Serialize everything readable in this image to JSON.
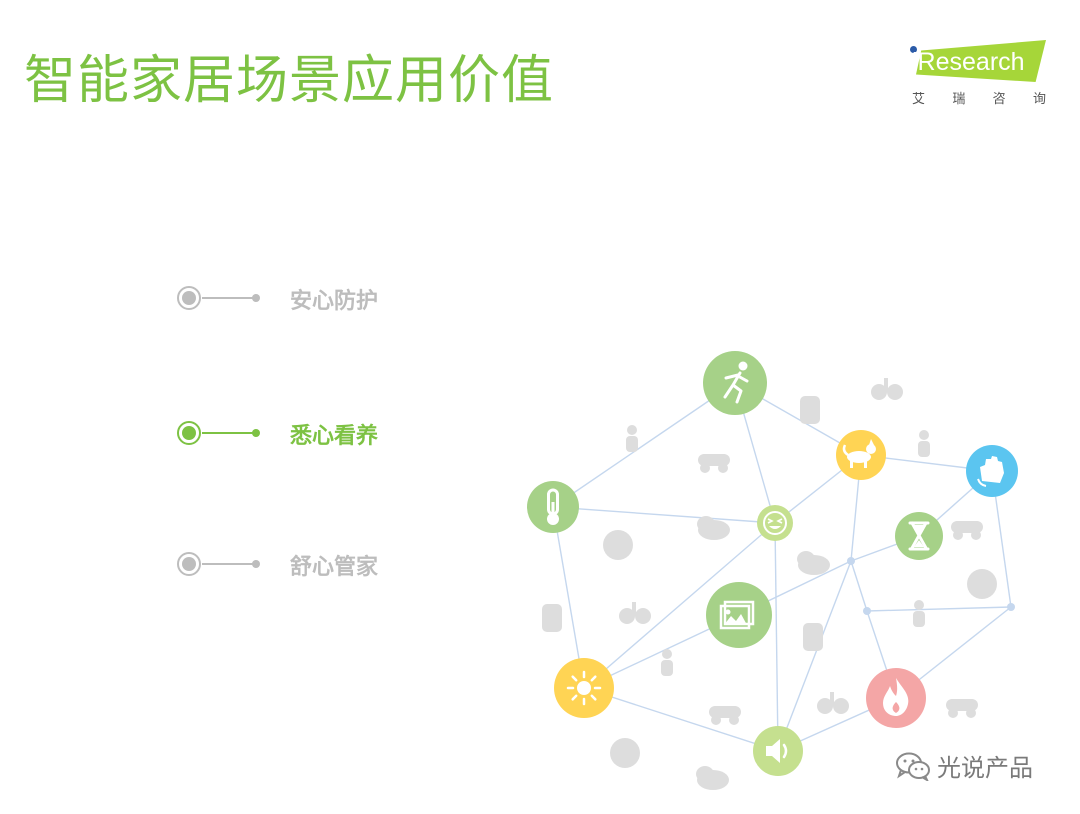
{
  "title": "智能家居场景应用价值",
  "logo": {
    "brand": "iResearch",
    "sub": [
      "艾",
      "瑞",
      "咨",
      "询"
    ],
    "banner_color": "#a6d639",
    "dot_color": "#2b5ba8"
  },
  "menu": [
    {
      "label": "安心防护",
      "active": false
    },
    {
      "label": "悉心看养",
      "active": true
    },
    {
      "label": "舒心管家",
      "active": false
    }
  ],
  "colors": {
    "accent": "#7dc243",
    "inactive": "#bdbdbd",
    "network_line": "#c5d7ee",
    "ghost_icon": "#dddddd"
  },
  "network": {
    "nodes": [
      {
        "id": "running",
        "icon": "running-person-icon",
        "color": "#a6d188"
      },
      {
        "id": "thermometer",
        "icon": "thermometer-icon",
        "color": "#a6d188"
      },
      {
        "id": "emoji",
        "icon": "laughing-face-icon",
        "color": "#c5e08f"
      },
      {
        "id": "pet",
        "icon": "pet-icon",
        "color": "#ffd454"
      },
      {
        "id": "glove",
        "icon": "glove-icon",
        "color": "#5bc5f0"
      },
      {
        "id": "hourglass",
        "icon": "hourglass-icon",
        "color": "#a6d188"
      },
      {
        "id": "picture",
        "icon": "picture-frame-icon",
        "color": "#a6d188"
      },
      {
        "id": "sun",
        "icon": "sun-icon",
        "color": "#ffd454"
      },
      {
        "id": "fire",
        "icon": "fire-icon",
        "color": "#f4a6a6"
      },
      {
        "id": "speaker",
        "icon": "speaker-icon",
        "color": "#c5e08f"
      },
      {
        "id": "hub1",
        "icon": "junction-dot-icon",
        "color": "#c5d7ee"
      },
      {
        "id": "hub2",
        "icon": "junction-dot-icon",
        "color": "#c5d7ee"
      },
      {
        "id": "hub3",
        "icon": "junction-dot-icon",
        "color": "#c5d7ee"
      }
    ],
    "ghost_icons": [
      "jump-rope-icon",
      "crawling-person-icon",
      "water-tap-icon",
      "sad-face-icon",
      "snowflake-icon",
      "car-icon",
      "rain-cloud-icon",
      "scooter-icon",
      "partly-sunny-icon",
      "music-notes-icon",
      "baby-icon",
      "cat-icon",
      "touch-icon",
      "fingerprint-icon",
      "thumbs-up-icon",
      "neutral-face-icon",
      "bicycle-icon",
      "water-drops-icon",
      "gesture-hand-icon",
      "smoking-icon"
    ]
  },
  "watermark": {
    "icon": "wechat-icon",
    "text": "光说产品"
  }
}
